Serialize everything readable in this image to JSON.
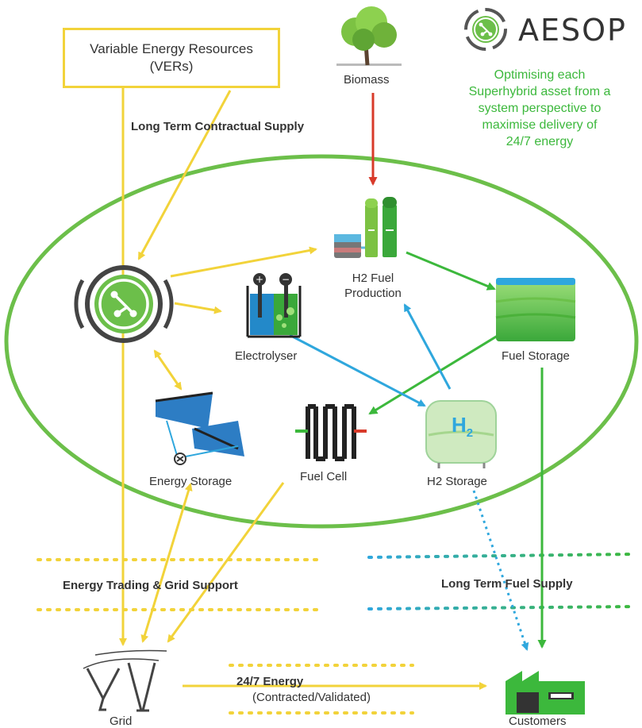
{
  "brand": {
    "name": "AESOP"
  },
  "tagline": [
    "Optimising each",
    "Superhybrid asset from a",
    "system perspective to",
    "maximise delivery of",
    "24/7 energy"
  ],
  "sources": {
    "ver_line1": "Variable Energy Resources",
    "ver_line2": "(VERs)",
    "biomass": "Biomass"
  },
  "bands": {
    "long_term_contractual": "Long Term Contractual Supply",
    "energy_trading": "Energy Trading & Grid Support",
    "long_term_fuel": "Long Term Fuel Supply"
  },
  "nodes": {
    "h2_fuel_production_line1": "H2 Fuel",
    "h2_fuel_production_line2": "Production",
    "electrolyser": "Electrolyser",
    "fuel_storage": "Fuel Storage",
    "energy_storage": "Energy Storage",
    "fuel_cell": "Fuel Cell",
    "h2_storage": "H2 Storage",
    "h2_symbol": "H",
    "h2_subscript": "2",
    "grid": "Grid",
    "customers": "Customers"
  },
  "delivery": {
    "line1": "24/7 Energy",
    "line2": "(Contracted/Validated)"
  },
  "colors": {
    "yellow": "#f2d33a",
    "green": "#3cb83c",
    "blue": "#2fa7dd",
    "red": "#d83a2a",
    "dark": "#333333",
    "ellipse": "#6cbf4a"
  }
}
